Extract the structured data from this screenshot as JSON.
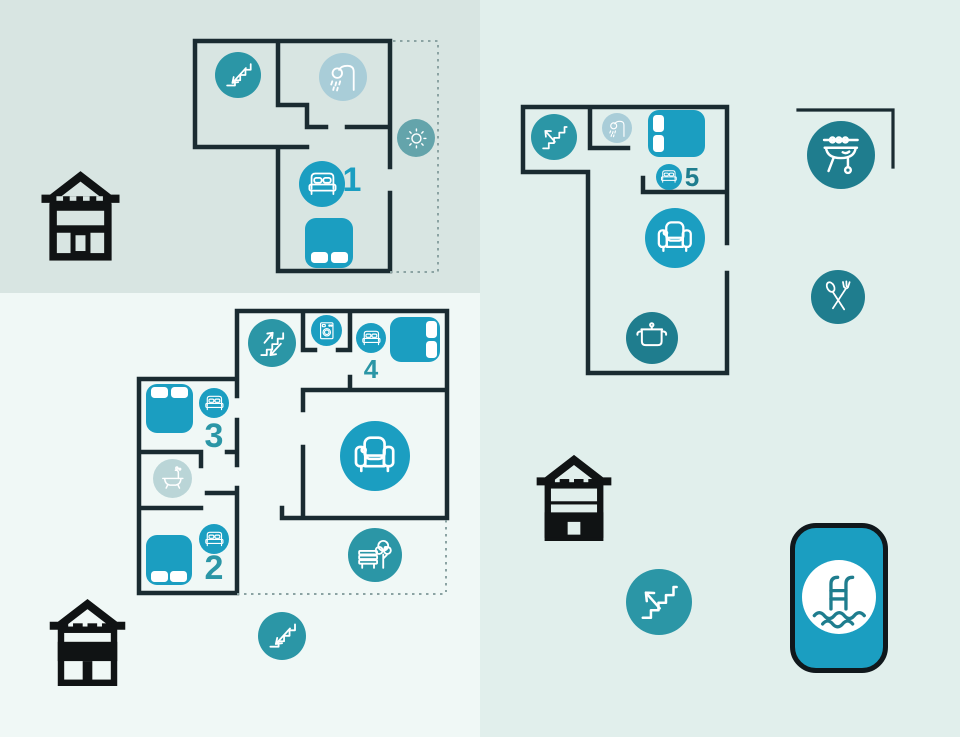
{
  "page": {
    "title": "Holiday house floor plans infographic"
  },
  "colors": {
    "teal_bright": "#1b9ec1",
    "teal_mid": "#2b96a6",
    "teal_dark": "#1f7d8e",
    "teal_muted": "#64a4ab",
    "shower_light": "#a9cdd8",
    "bath_light": "#bad5d7",
    "wall": "#1a2b31",
    "house_black": "#101314",
    "bg_top_left": "#d8e5e2",
    "bg_right": "#e1efec",
    "bg_bottom_left": "#f0f8f6",
    "dotted_line": "#8ba3a3",
    "pillow_white": "#ffffff"
  },
  "rooms": {
    "bed1": {
      "number": "1"
    },
    "bed2": {
      "number": "2"
    },
    "bed3": {
      "number": "3"
    },
    "bed4": {
      "number": "4"
    },
    "bed5": {
      "number": "5"
    }
  },
  "floors": {
    "top_floor_plan": {
      "house_indicator": "top-floor-highlighted",
      "icons": [
        "stairs-down",
        "shower",
        "sun-terrace",
        "double-bed-1",
        "bed-top-view"
      ]
    },
    "middle_floor_plan": {
      "house_indicator": "middle-floor-highlighted",
      "icons": [
        "stairs-up-down",
        "washing-machine",
        "double-bed-4",
        "double-bed-3",
        "bathtub",
        "double-bed-2",
        "armchair",
        "garden-bench-tree",
        "stairs-down",
        "bed-top-views"
      ]
    },
    "ground_floor_plan": {
      "house_indicator": "ground-floor-highlighted",
      "icons": [
        "stairs-up",
        "shower",
        "double-bed-5",
        "bed-top-view",
        "armchair",
        "cooking-pot",
        "barbecue",
        "cutlery",
        "stairs-up",
        "swimming-pool"
      ]
    }
  },
  "icons": {
    "stairs_down": "staircase with arrow pointing down",
    "stairs_up": "staircase with arrow pointing up",
    "stairs_up_down": "staircase with up and down arrows",
    "shower": "shower head with water drops",
    "sun": "sun / outdoor terrace light",
    "double_bed": "double bed front view with two pillows",
    "bed_top_view": "double bed top view with two pillows",
    "washing_machine": "washing machine",
    "bathtub": "clawfoot bathtub with faucet",
    "armchair": "armchair sofa",
    "garden": "garden bench and tree",
    "cooking_pot": "cooking pot with lid",
    "barbecue": "barbecue grill with skewer and wheel",
    "cutlery": "crossed spoon and fork",
    "swimming_pool": "pool ladder with waves",
    "house": "house icon with highlighted floor"
  }
}
